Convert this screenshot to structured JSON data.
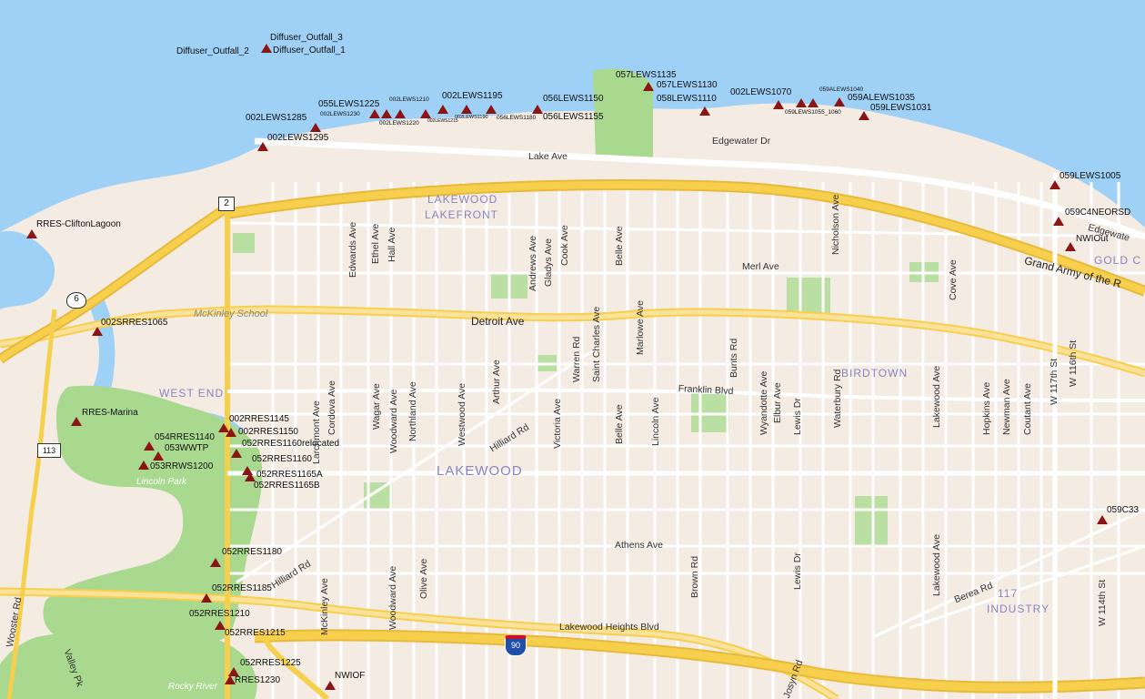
{
  "colors": {
    "water": "#9fd0f5",
    "land": "#f4ebe3",
    "park": "#a9d98f",
    "highway": "#f6cf4d",
    "major": "#fbe29a",
    "minor": "#ffffff",
    "marker": "#8b1414"
  },
  "marker_icon": "triangle-marker-icon",
  "site_labels": {
    "diffuser_outfall_3": "Diffuser_Outfall_3",
    "diffuser_outfall_2": "Diffuser_Outfall_2",
    "diffuser_outfall_1": "Diffuser_Outfall_1",
    "s055lews1225": "055LEWS1225",
    "s002lews1230": "002LEWS1230",
    "s002lews1210": "002LEWS1210",
    "s002lews1195": "002LEWS1195",
    "s002lews1220": "002LEWS1220",
    "s002lews1215": "002LEWS1215",
    "s002lews1190": "002LEWS1190",
    "s056lews1180": "056LEWS1180",
    "s056lews1150": "056LEWS1150",
    "s056lews1155": "056LEWS1155",
    "s002lews1285": "002LEWS1285",
    "s002lews1295": "002LEWS1295",
    "s057lews1135": "057LEWS1135",
    "s057lews1130": "057LEWS1130",
    "s058lews1110": "058LEWS1110",
    "s002lews1070": "002LEWS1070",
    "s059alews1040": "059ALEWS1040",
    "s059alews1035": "059ALEWS1035",
    "s059lews1055": "059LEWS1055_1060",
    "s059lews1031": "059LEWS1031",
    "s059lews1005": "059LEWS1005",
    "s059c4neorsd": "059C4NEORSD",
    "nwiout": "NWIOut",
    "rres_clifton": "RRES-CliftonLagoon",
    "s002srres1065": "002SRRES1065",
    "rres_marina": "RRES-Marina",
    "s002rres1145": "002RRES1145",
    "s002rres1150": "002RRES1150",
    "s052rres1160r": "052RRES1160relocated",
    "s054rres1140": "054RRES1140",
    "s053wwtp": "053WWTP",
    "s052rres1160": "052RRES1160",
    "s053rrws1200": "053RRWS1200",
    "s052rres1165a": "052RRES1165A",
    "s052rres1165b": "052RRES1165B",
    "s052rres1180": "052RRES1180",
    "s052rres1185": "052RRES1185",
    "s052rres1210": "052RRES1210",
    "s052rres1215": "052RRES1215",
    "s052rres1225": "052RRES1225",
    "rres1230": "RRES1230",
    "nwiof": "NWIOF",
    "s059c33": "059C33"
  },
  "streets": {
    "lake_ave": "Lake Ave",
    "edgewater_dr": "Edgewater Dr",
    "edgewater": "Edgewate",
    "merl_ave": "Merl Ave",
    "detroit_ave": "Detroit Ave",
    "franklin_blvd": "Franklin Blvd",
    "athens_ave": "Athens Ave",
    "lakewood_heights_blvd": "Lakewood Heights Blvd",
    "grand_army": "Grand Army of the R",
    "hilliard_rd": "Hilliard Rd",
    "hilliard_rd_2": "Hilliard Rd",
    "berea_rd": "Berea Rd",
    "edwards_ave": "Edwards Ave",
    "ethel_ave": "Ethel Ave",
    "hall_ave": "Hall Ave",
    "andrews_ave": "Andrews Ave",
    "gladys_ave": "Gladys Ave",
    "cook_ave": "Cook Ave",
    "belle_ave": "Belle Ave",
    "belle_ave_2": "Belle Ave",
    "nicholson_ave": "Nicholson Ave",
    "cove_ave": "Cove Ave",
    "larchmont_ave": "Larchmont Ave",
    "cordova_ave": "Cordova Ave",
    "wagar_ave": "Wagar Ave",
    "woodward_ave": "Woodward Ave",
    "woodward_ave_2": "Woodward Ave",
    "northland_ave": "Northland Ave",
    "westwood_ave": "Westwood Ave",
    "arthur_ave": "Arthur Ave",
    "victoria_ave": "Victoria Ave",
    "warren_rd": "Warren Rd",
    "saint_charles_ave": "Saint Charles Ave",
    "marlowe_ave": "Marlowe Ave",
    "lincoln_ave": "Lincoln Ave",
    "bunts_rd": "Bunts Rd",
    "wyandotte_ave": "Wyandotte Ave",
    "elbur_ave": "Elbur Ave",
    "lewis_dr": "Lewis Dr",
    "lewis_dr_2": "Lewis Dr",
    "waterbury_rd": "Waterbury Rd",
    "lakewood_ave": "Lakewood Ave",
    "lakewood_ave_2": "Lakewood Ave",
    "hopkins_ave": "Hopkins Ave",
    "newman_ave": "Newman Ave",
    "coutant_ave": "Coutant Ave",
    "w117th": "W 117th St",
    "w116th": "W 116th St",
    "w114th": "W 114th St",
    "mckinley_ave": "McKinley Ave",
    "olive_ave": "Olive Ave",
    "brown_rd": "Brown Rd",
    "josyn_rd": "Josyn Rd",
    "wooster_rd": "Wooster Rd",
    "valley_pkwy": "Valley Pk"
  },
  "areas": {
    "lakewood_lakefront_1": "LAKEWOOD",
    "lakewood_lakefront_2": "LAKEFRONT",
    "west_end": "WEST END",
    "lakewood": "LAKEWOOD",
    "birdtown": "BIRDTOWN",
    "gold_coast": "GOLD C",
    "industry_num": "117",
    "industry": "INDUSTRY"
  },
  "places": {
    "mckinley_school": "McKinley School",
    "lincoln_park": "Lincoln Park",
    "rocky_river": "Rocky River"
  },
  "shields": {
    "route_2": "2",
    "route_6": "6",
    "route_113": "113",
    "interstate_90": "90"
  }
}
